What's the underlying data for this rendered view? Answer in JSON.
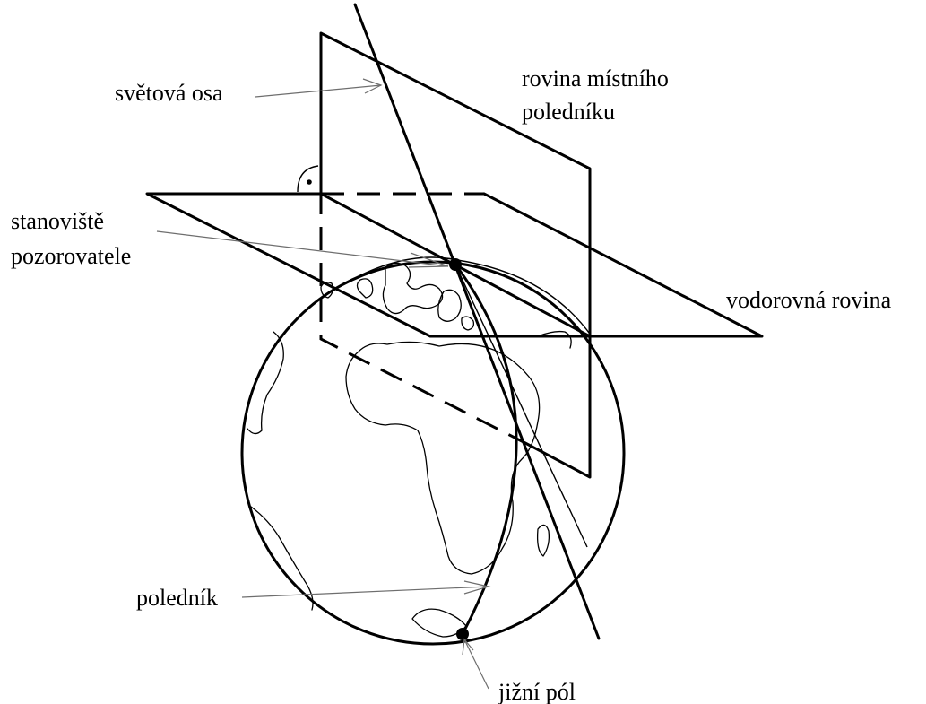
{
  "labels": {
    "world_axis": "světová osa",
    "meridian_plane_line1": "rovina místního",
    "meridian_plane_line2": "poledníku",
    "observer_line1": "stanoviště",
    "observer_line2": "pozorovatele",
    "horizontal_plane": "vodorovná rovina",
    "meridian": "poledník",
    "south_pole": "jižní pól"
  }
}
